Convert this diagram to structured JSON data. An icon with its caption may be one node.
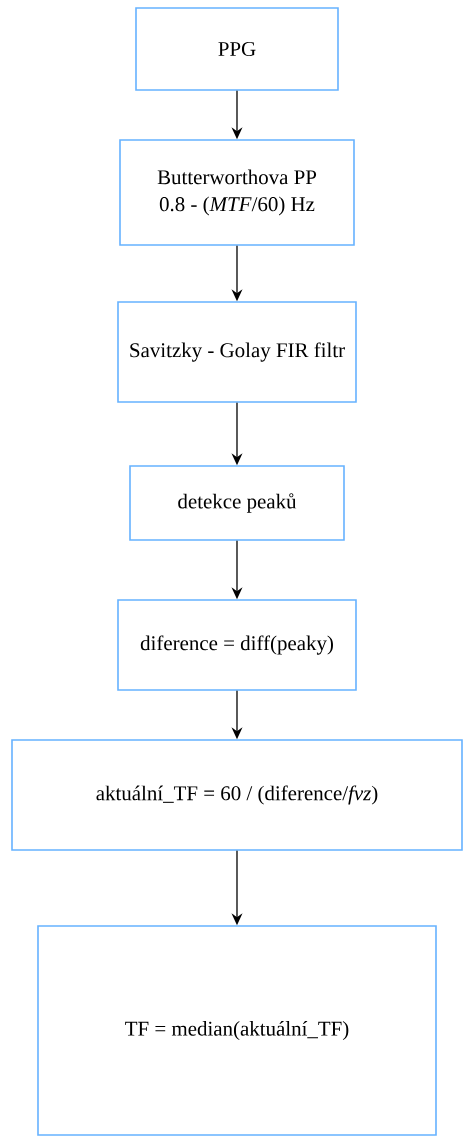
{
  "diagram": {
    "nodes": [
      {
        "text": [
          "PPG"
        ]
      },
      {
        "text": [
          "Butterworthova PP",
          "0.8 - (*MTF*/60)  Hz"
        ]
      },
      {
        "text": [
          "Savitzky - Golay FIR filtr"
        ]
      },
      {
        "text": [
          "detekce peaků"
        ]
      },
      {
        "text": [
          "diference = diff(peaky)"
        ]
      },
      {
        "text": [
          "aktuální_TF = 60 / (diference/*fvz*)"
        ]
      },
      {
        "text": [
          "TF = median(aktuální_TF)"
        ]
      }
    ],
    "edges": [
      {
        "from": 0,
        "to": 1,
        "arrow": "to"
      },
      {
        "from": 1,
        "to": 2,
        "arrow": "to"
      },
      {
        "from": 2,
        "to": 3,
        "arrow": "to"
      },
      {
        "from": 3,
        "to": 4,
        "arrow": "to"
      },
      {
        "from": 4,
        "to": 5,
        "arrow": "to"
      },
      {
        "from": 5,
        "to": 6,
        "arrow": "to"
      }
    ]
  }
}
